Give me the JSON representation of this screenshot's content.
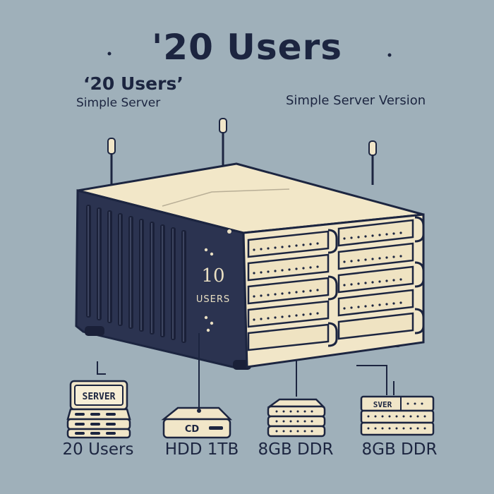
{
  "title": "'20 Users",
  "left_label": {
    "title": "‘20 Users’",
    "subtitle": "Simple Server"
  },
  "right_label": "Simple Server Version",
  "server_front": {
    "number": "10",
    "unit": "USERS"
  },
  "components": [
    {
      "caption": "20 Users",
      "screen_text": "SERVER",
      "icon": "server-stack-icon"
    },
    {
      "caption": "HDD 1TB",
      "screen_text": "CD",
      "icon": "hdd-icon"
    },
    {
      "caption": "8GB DDR",
      "icon": "ram-module-icon"
    },
    {
      "caption": "8GB DDR",
      "screen_text": "SVER",
      "icon": "ram-module-icon"
    }
  ],
  "colors": {
    "background": "#9fb0ba",
    "ink": "#1c2540",
    "chassis_dark": "#2b3350",
    "panel_cream": "#f1e6c8"
  }
}
